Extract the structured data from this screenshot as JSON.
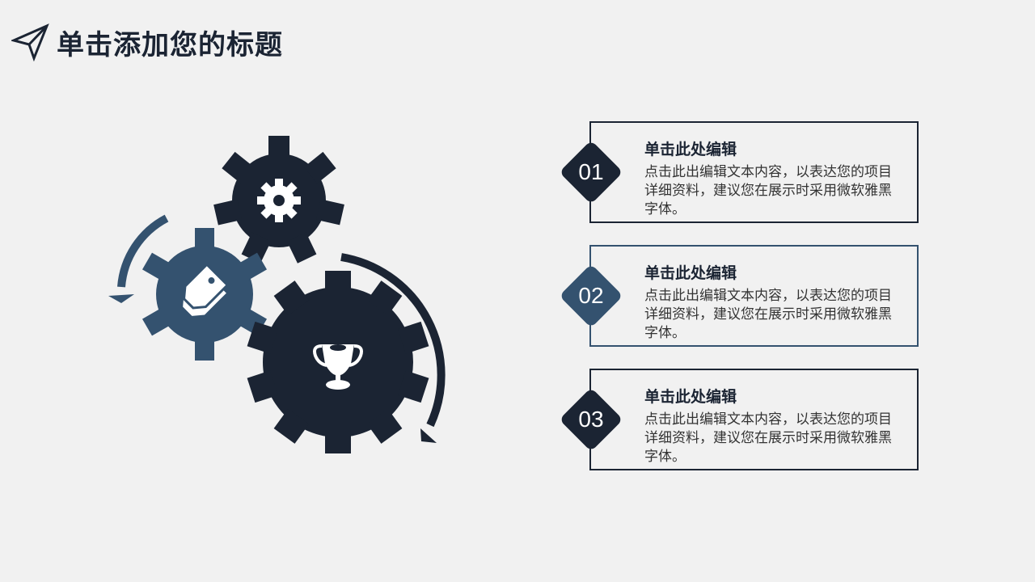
{
  "slide": {
    "title": "单击添加您的标题",
    "title_icon": "paper-plane-icon"
  },
  "colors": {
    "background": "#f1f1f1",
    "dark_navy": "#1b2433",
    "steel_blue": "#34526f",
    "white": "#ffffff"
  },
  "graphic": {
    "gears": [
      {
        "name": "small-gear",
        "color": "#1b2433",
        "icon": "settings-cog-icon"
      },
      {
        "name": "left-gear",
        "color": "#34526f",
        "icon": "tag-icon"
      },
      {
        "name": "big-gear",
        "color": "#1b2433",
        "icon": "trophy-icon"
      }
    ],
    "arrows": [
      {
        "name": "left-curved-arrow",
        "color": "#34526f"
      },
      {
        "name": "right-curved-arrow",
        "color": "#1b2433"
      }
    ]
  },
  "items": [
    {
      "number": "01",
      "heading": "单击此处编辑",
      "body": "点击此出编辑文本内容，以表达您的项目详细资料，建议您在展示时采用微软雅黑字体。",
      "color": "#1b2433"
    },
    {
      "number": "02",
      "heading": "单击此处编辑",
      "body": "点击此出编辑文本内容，以表达您的项目详细资料，建议您在展示时采用微软雅黑字体。",
      "color": "#34526f"
    },
    {
      "number": "03",
      "heading": "单击此处编辑",
      "body": "点击此出编辑文本内容，以表达您的项目详细资料，建议您在展示时采用微软雅黑字体。",
      "color": "#1b2433"
    }
  ]
}
